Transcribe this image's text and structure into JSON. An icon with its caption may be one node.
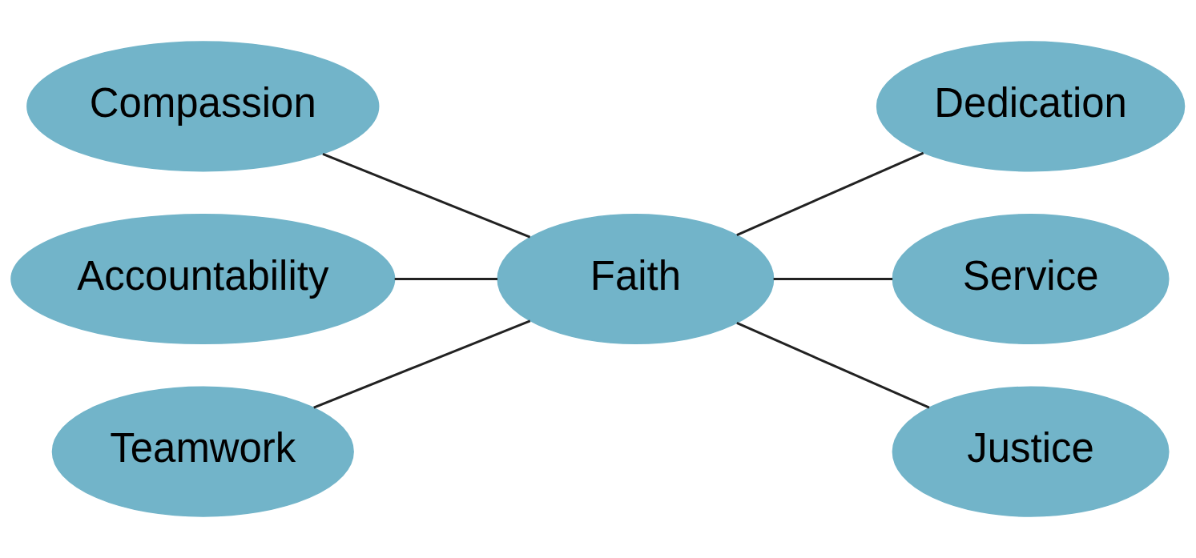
{
  "diagram": {
    "nodes": [
      {
        "text": [
          "Compassion"
        ]
      },
      {
        "text": [
          "Dedication"
        ]
      },
      {
        "text": [
          "Accountability"
        ]
      },
      {
        "text": [
          "Faith"
        ]
      },
      {
        "text": [
          "Service"
        ]
      },
      {
        "text": [
          "Teamwork"
        ]
      },
      {
        "text": [
          "Justice"
        ]
      }
    ],
    "edges": [
      {
        "from": 0,
        "to": 3,
        "arrow": "none"
      },
      {
        "from": 2,
        "to": 3,
        "arrow": "none"
      },
      {
        "from": 5,
        "to": 3,
        "arrow": "none"
      },
      {
        "from": 3,
        "to": 1,
        "arrow": "none"
      },
      {
        "from": 3,
        "to": 4,
        "arrow": "none"
      },
      {
        "from": 3,
        "to": 6,
        "arrow": "none"
      }
    ]
  }
}
